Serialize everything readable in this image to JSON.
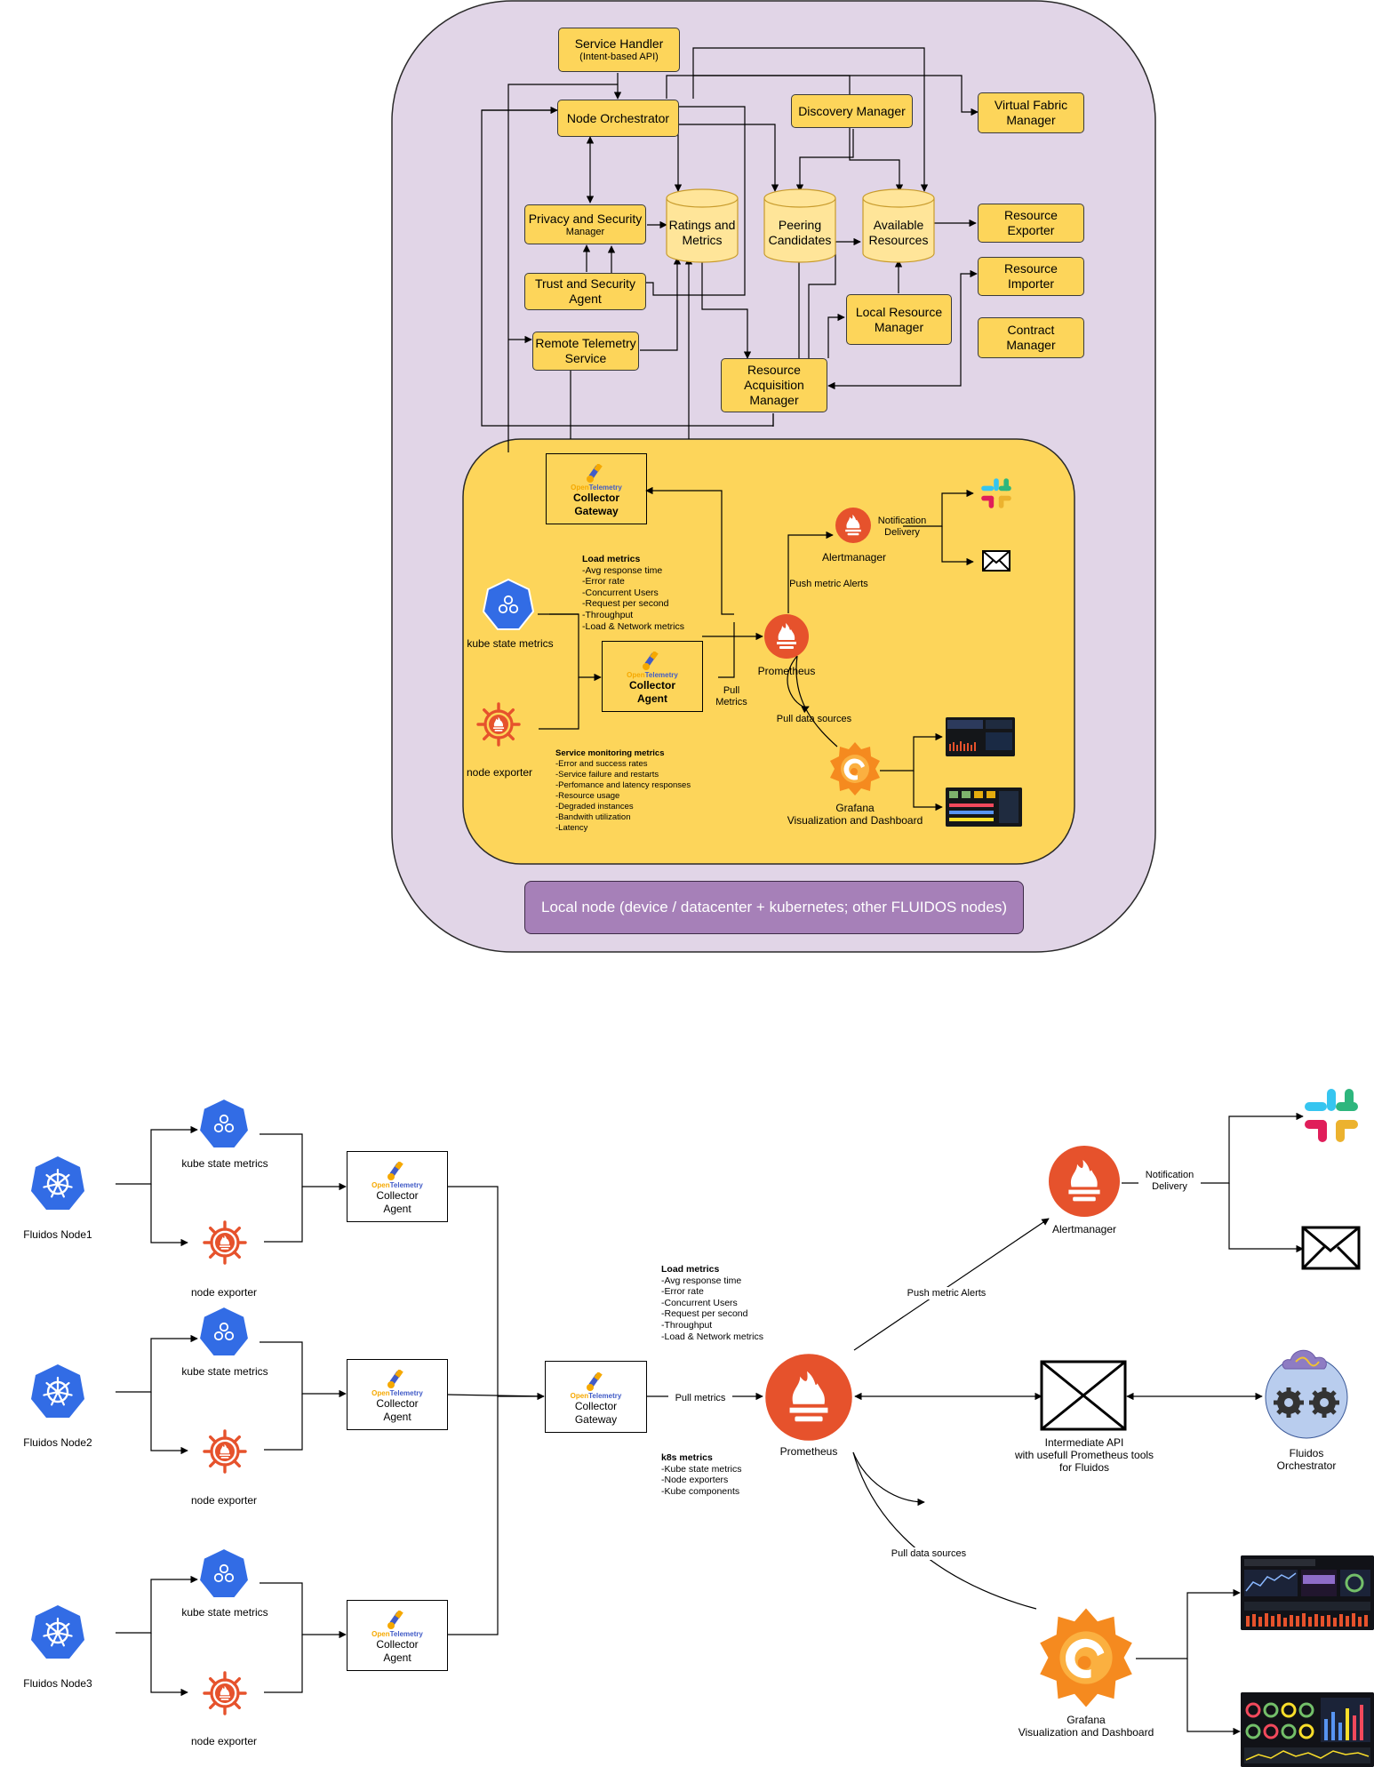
{
  "top": {
    "service_handler": {
      "title": "Service Handler",
      "sub": "(Intent-based API)"
    },
    "node_orchestrator": "Node Orchestrator",
    "discovery_manager": "Discovery Manager",
    "virtual_fabric_manager": [
      "Virtual Fabric",
      "Manager"
    ],
    "privacy_security_manager": {
      "title": "Privacy and Security",
      "sub": "Manager"
    },
    "ratings_metrics": [
      "Ratings and",
      "Metrics"
    ],
    "peering_candidates": [
      "Peering",
      "Candidates"
    ],
    "available_resources": [
      "Available",
      "Resources"
    ],
    "resource_exporter": [
      "Resource",
      "Exporter"
    ],
    "resource_importer": [
      "Resource",
      "Importer"
    ],
    "trust_security_agent": [
      "Trust and Security",
      "Agent"
    ],
    "local_resource_manager": [
      "Local Resource",
      "Manager"
    ],
    "contract_manager": [
      "Contract",
      "Manager"
    ],
    "remote_telemetry_service": [
      "Remote Telemetry",
      "Service"
    ],
    "resource_acquisition_manager": [
      "Resource",
      "Acquisition",
      "Manager"
    ],
    "collector_gateway": [
      "Collector",
      "Gateway"
    ],
    "collector_agent": [
      "Collector",
      "Agent"
    ],
    "kube_state_metrics": "kube state metrics",
    "node_exporter": "node exporter",
    "prometheus": "Prometheus",
    "alertmanager": "Alertmanager",
    "notification_delivery": [
      "Notification",
      "Delivery"
    ],
    "push_metric_alerts": "Push metric Alerts",
    "pull_metrics": [
      "Pull",
      "Metrics"
    ],
    "pull_data_sources": "Pull data sources",
    "grafana": [
      "Grafana",
      "Visualization and Dashboard"
    ],
    "load_metrics_title": "Load metrics",
    "load_metrics": [
      "-Avg response time",
      "-Error rate",
      "-Concurrent Users",
      "-Request per second",
      "-Throughput",
      "-Load & Network metrics"
    ],
    "service_metrics_title": "Service monitoring metrics",
    "service_metrics": [
      "-Error and success rates",
      "-Service failure and restarts",
      "-Perfomance and latency responses",
      "-Resource usage",
      "-Degraded instances",
      "-Bandwith utilization",
      "-Latency"
    ],
    "local_node": "Local node (device / datacenter + kubernetes; other FLUIDOS nodes)"
  },
  "bottom": {
    "nodes": [
      "Fluidos Node1",
      "Fluidos Node2",
      "Fluidos Node3"
    ],
    "kube_state_metrics": "kube state metrics",
    "node_exporter": "node exporter",
    "collector_agent": [
      "Collector",
      "Agent"
    ],
    "collector_gateway": [
      "Collector",
      "Gateway"
    ],
    "pull_metrics": "Pull metrics",
    "load_metrics_title": "Load metrics",
    "load_metrics": [
      "-Avg response time",
      "-Error rate",
      "-Concurrent Users",
      "-Request per second",
      "-Throughput",
      "-Load & Network metrics"
    ],
    "k8s_metrics_title": "k8s metrics",
    "k8s_metrics": [
      "-Kube state metrics",
      "-Node exporters",
      "-Kube components"
    ],
    "prometheus": "Prometheus",
    "alertmanager": "Alertmanager",
    "push_metric_alerts": "Push metric Alerts",
    "notification_delivery": [
      "Notification",
      "Delivery"
    ],
    "intermediate_api": [
      "Intermediate API",
      "with usefull Prometheus tools",
      "for Fluidos"
    ],
    "fluidos_orchestrator": [
      "Fluidos",
      "Orchestrator"
    ],
    "pull_data_sources": "Pull data sources",
    "grafana": [
      "Grafana",
      "Visualization and Dashboard"
    ]
  },
  "otel_brand": [
    "Open",
    "Telemetry"
  ],
  "colors": {
    "container": "#e1d5e7",
    "yellow": "#fdd55a",
    "prometheus": "#e6522c",
    "k8s": "#326ce5",
    "badge": "#a680b8"
  }
}
